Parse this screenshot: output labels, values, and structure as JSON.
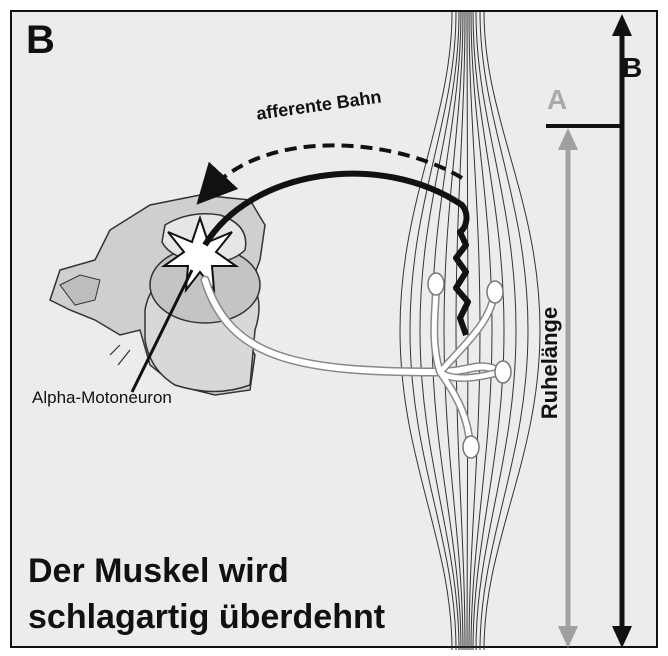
{
  "panel_label": "B",
  "caption_line1": "Der Muskel wird",
  "caption_line2": "schlagartig überdehnt",
  "label_afferent": "afferente Bahn",
  "label_alpha": "Alpha-Motoneuron",
  "label_A": "A",
  "label_B": "B",
  "label_resting_length": "Ruhelänge",
  "colors": {
    "background": "#ececec",
    "ink": "#111111",
    "grey_arrow": "#a0a0a0"
  }
}
